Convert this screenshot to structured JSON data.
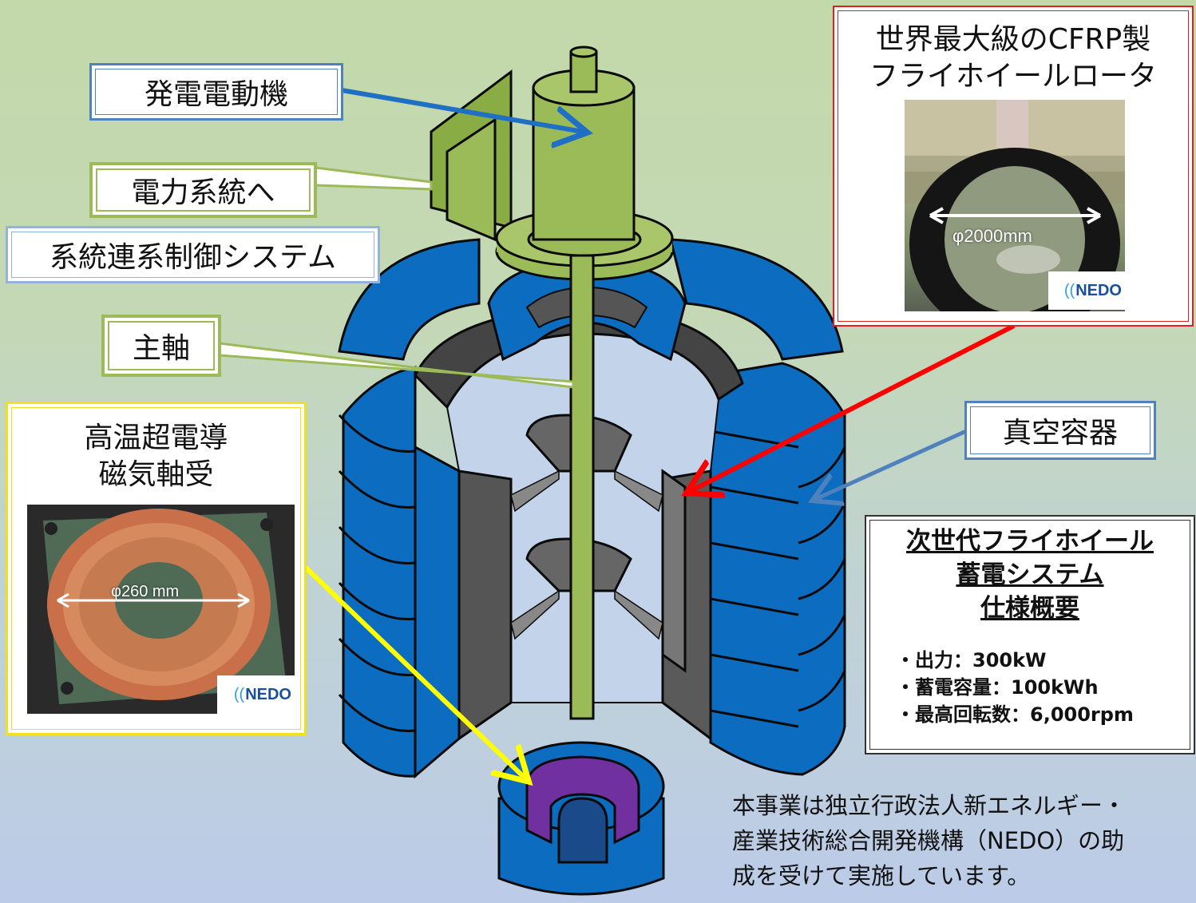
{
  "labels": {
    "generator_motor": "発電電動機",
    "to_power_grid": "電力系統へ",
    "grid_control_system": "系統連系制御システム",
    "main_shaft": "主軸",
    "vacuum_vessel": "真空容器"
  },
  "rotor_box": {
    "title_line1": "世界最大級のCFRP製",
    "title_line2": "フライホイールロータ",
    "dimension": "φ2000mm",
    "logo": "NEDO"
  },
  "bearing_box": {
    "title_line1": "高温超電導",
    "title_line2": "磁気軸受",
    "dimension": "φ260 mm",
    "logo": "NEDO"
  },
  "spec_box": {
    "title_line1": "次世代フライホイール",
    "title_line2": "蓄電システム",
    "title_line3": "仕様概要",
    "items": [
      "・出力：300kW",
      "・蓄電容量：100kWh",
      "・最高回転数：6,000rpm"
    ]
  },
  "note": {
    "line1": "本事業は独立行政法人新エネルギー・",
    "line2": "産業技術総合開発機構（NEDO）の助",
    "line3": "成を受けて実施しています。"
  },
  "colors": {
    "vessel_blue": "#0b6cc0",
    "vessel_dark": "#1a4a8a",
    "rotor_gray": "#5a5a5a",
    "shaft_green": "#9bbb59",
    "bearing_purple": "#7030a0",
    "arrow_blue": "#1f6fc4",
    "arrow_red": "#ff0000",
    "arrow_yellow": "#ffff00",
    "arrow_lightblue": "#4f81bd"
  }
}
